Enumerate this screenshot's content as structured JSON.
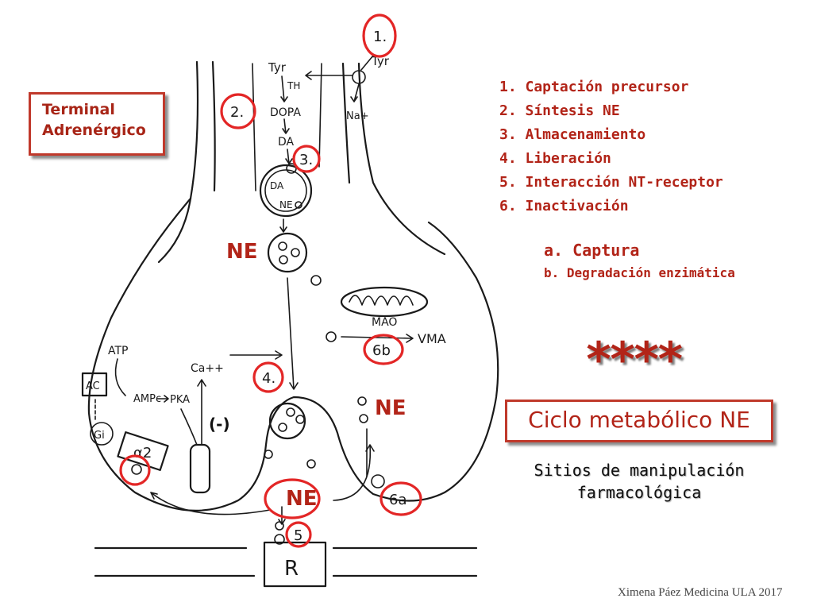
{
  "terminal_label": {
    "line1": "Terminal",
    "line2": "Adrenérgico"
  },
  "steps": [
    "1. Captación precursor",
    "2. Síntesis NE",
    "3. Almacenamiento",
    "4. Liberación",
    "5. Interacción NT-receptor",
    "6. Inactivación"
  ],
  "substeps": {
    "a": "a. Captura",
    "b": "b. Degradación enzimática"
  },
  "stars": "****",
  "cycle_title": "Ciclo metabólico NE",
  "sites_title": {
    "line1": "Sitios de manipulación",
    "line2": "farmacológica"
  },
  "ne_labels": {
    "vesicle": "NE",
    "cleft": "NE",
    "receptor": "NE"
  },
  "negative_feedback": "(-)",
  "credit": "Ximena Páez Medicina ULA 2017",
  "sketch_labels": {
    "tyr_in": "Tyr",
    "tyr_out": "Tyr",
    "na": "Na+",
    "th": "TH",
    "dopa": "DOPA",
    "da": "DA",
    "da_vesicle": "DA",
    "ne_vesicle": "NE",
    "mao": "MAO",
    "vma": "VMA",
    "atp": "ATP",
    "ac": "AC",
    "amp": "AMPc",
    "pka": "PKA",
    "ca": "Ca++",
    "gi": "Gi",
    "alpha2": "α2",
    "receptor": "R"
  },
  "site_markers": [
    "1.",
    "2.",
    "3.",
    "4.",
    "5",
    "6a",
    "6b"
  ],
  "colors": {
    "accent_red": "#b22418",
    "circle_red": "#e32626",
    "ink": "#1a1a1a"
  }
}
